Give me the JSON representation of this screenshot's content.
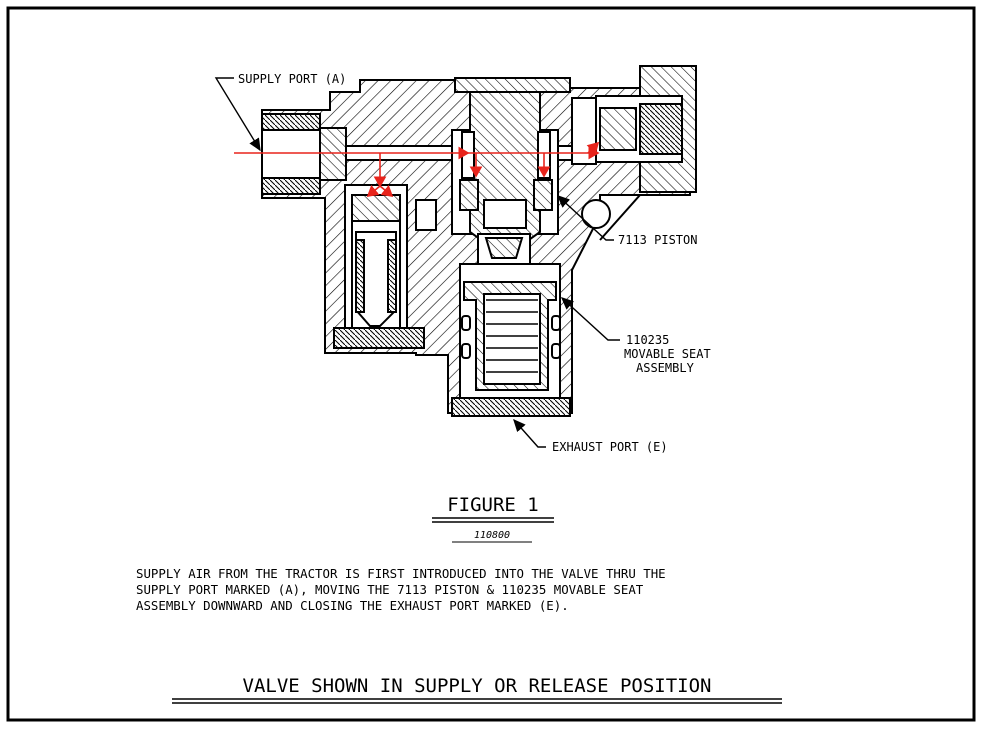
{
  "labels": {
    "supply_port": "SUPPLY PORT (A)",
    "piston": "7113 PISTON",
    "seat_line1": "110235",
    "seat_line2": "MOVABLE SEAT",
    "seat_line3": "ASSEMBLY",
    "exhaust_port": "EXHAUST PORT (E)"
  },
  "figure": {
    "title": "FIGURE 1",
    "number": "110800"
  },
  "description": {
    "line1": "SUPPLY AIR FROM THE TRACTOR IS FIRST INTRODUCED INTO THE VALVE THRU THE",
    "line2": "SUPPLY PORT MARKED (A), MOVING THE 7113 PISTON & 110235 MOVABLE SEAT",
    "line3": "ASSEMBLY DOWNWARD AND CLOSING THE EXHAUST PORT MARKED (E)."
  },
  "caption": "VALVE SHOWN IN SUPPLY OR RELEASE POSITION",
  "colors": {
    "air_flow": "#e8241c",
    "line": "#000000"
  }
}
